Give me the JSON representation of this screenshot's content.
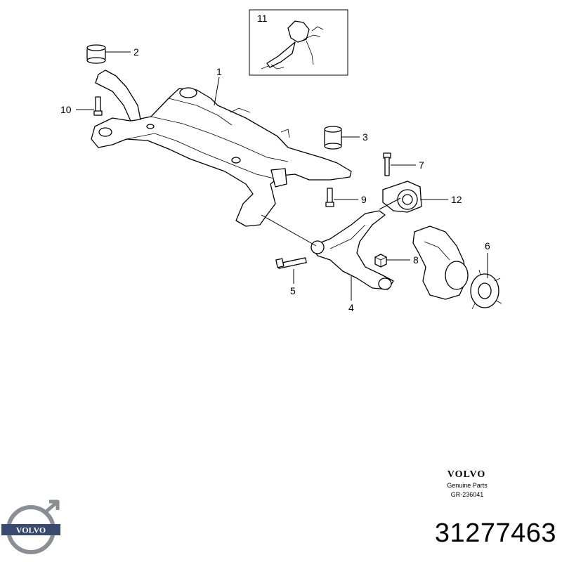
{
  "diagram": {
    "callouts": [
      {
        "id": "1",
        "label": "1"
      },
      {
        "id": "2",
        "label": "2"
      },
      {
        "id": "3",
        "label": "3"
      },
      {
        "id": "4",
        "label": "4"
      },
      {
        "id": "5",
        "label": "5"
      },
      {
        "id": "6",
        "label": "6"
      },
      {
        "id": "7",
        "label": "7"
      },
      {
        "id": "8",
        "label": "8"
      },
      {
        "id": "9",
        "label": "9"
      },
      {
        "id": "10",
        "label": "10"
      },
      {
        "id": "11",
        "label": "11"
      },
      {
        "id": "12",
        "label": "12"
      }
    ]
  },
  "brand": {
    "wordmark": "VOLVO",
    "subtitle": "Genuine Parts",
    "code": "GR-236041",
    "logo_text": "VOLVO"
  },
  "part_number": "31277463",
  "colors": {
    "logo_ring": "#8a8f96",
    "logo_band": "#3a4a6e",
    "ink": "#000000"
  }
}
